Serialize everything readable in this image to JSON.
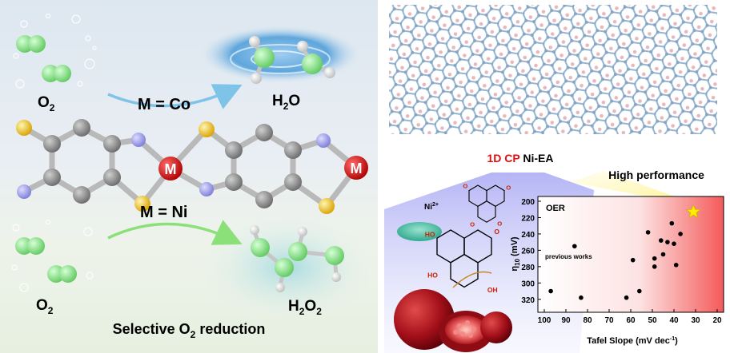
{
  "left": {
    "o2_top": "O",
    "o2_bottom": "O",
    "sub_2": "2",
    "h2o_label": "H",
    "h2o_tail": "O",
    "h2o2_label": "H",
    "h2o2_mid": "O",
    "cobalt_route": "M = Co",
    "nickel_route": "M = Ni",
    "metal_symbol": "M",
    "caption_pre": "Selective O",
    "caption_post": " reduction"
  },
  "right": {
    "cp_red": "1D CP",
    "cp_black": " Ni-EA",
    "ni_ion": "Ni",
    "ni_charge": "2+",
    "high_performance": "High performance",
    "atom_o": "O",
    "atom_h": "H"
  },
  "colors": {
    "co_arrow": "#7ec3e8",
    "ni_arrow": "#8be07a",
    "metal": "#d81414",
    "sulfur": "#e8b300",
    "nitrogen": "#9a9ae8",
    "carbon": "#8a8a8a",
    "oxygen_mol": "#8fe08f",
    "hydrogen": "#f2f2f2",
    "chem_o": "#cc2200",
    "highlight_red": "#e01010",
    "star": "#ffee00"
  },
  "chart_data": {
    "type": "scatter",
    "title": "",
    "inner_label": "OER",
    "xlabel": "Tafel Slope (mV dec",
    "xlabel_sup": "-1",
    "xlabel_close": ")",
    "ylabel": "η",
    "ylabel_sub": "10",
    "ylabel_unit": " (mV)",
    "xlim": [
      100,
      20
    ],
    "ylim": [
      200,
      330
    ],
    "x_reversed": true,
    "y_reversed": true,
    "xticks": [
      "100",
      "90",
      "80",
      "70",
      "60",
      "50",
      "40",
      "30",
      "20"
    ],
    "yticks": [
      "200",
      "220",
      "240",
      "260",
      "280",
      "300",
      "320"
    ],
    "annotation": "previous works",
    "points": [
      {
        "x": 97,
        "y": 310
      },
      {
        "x": 86,
        "y": 255
      },
      {
        "x": 83,
        "y": 318
      },
      {
        "x": 62,
        "y": 318
      },
      {
        "x": 59,
        "y": 272
      },
      {
        "x": 56,
        "y": 310
      },
      {
        "x": 52,
        "y": 238
      },
      {
        "x": 49,
        "y": 270
      },
      {
        "x": 49,
        "y": 280
      },
      {
        "x": 45,
        "y": 265
      },
      {
        "x": 43,
        "y": 250
      },
      {
        "x": 41,
        "y": 227
      },
      {
        "x": 40,
        "y": 252
      },
      {
        "x": 39,
        "y": 278
      },
      {
        "x": 37,
        "y": 240
      },
      {
        "x": 46,
        "y": 248
      }
    ],
    "highlight": {
      "x": 31,
      "y": 213
    },
    "grid": false,
    "legend": "none"
  }
}
